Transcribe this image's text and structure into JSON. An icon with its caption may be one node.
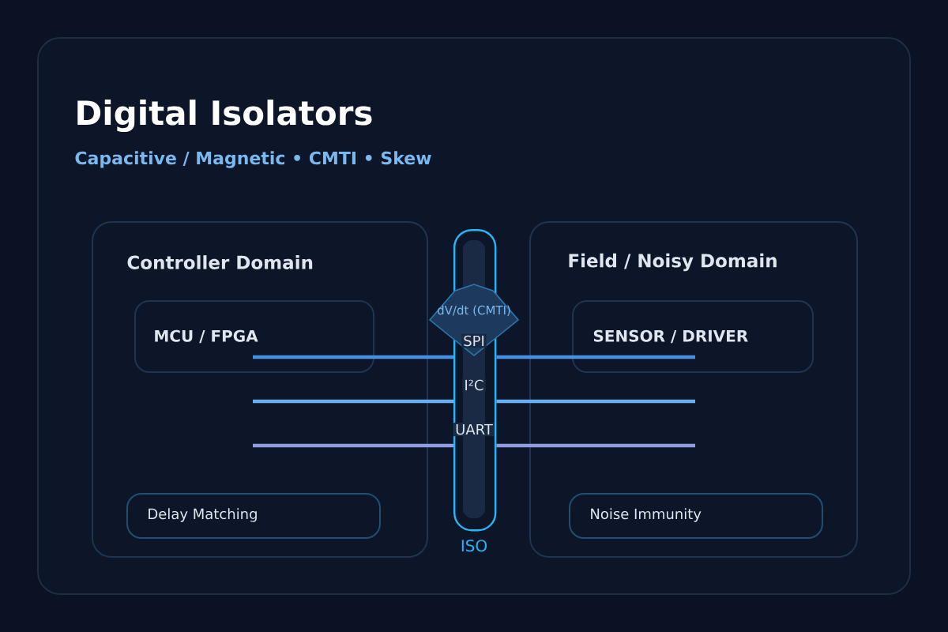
{
  "diagram": {
    "title": "Digital Isolators",
    "caption": "Capacitive / Magnetic • CMTI • Skew",
    "nodes": [
      {
        "text": [
          "Controller Domain"
        ]
      },
      {
        "text": [
          "MCU / FPGA"
        ],
        "in": 0
      },
      {
        "text": [
          "Delay Matching"
        ],
        "in": 0
      },
      {
        "text": [
          "ISO"
        ]
      },
      {
        "text": [
          "dV/dt (CMTI)"
        ]
      },
      {
        "text": [
          "Field / Noisy Domain"
        ]
      },
      {
        "text": [
          "SENSOR / DRIVER"
        ],
        "in": 5
      },
      {
        "text": [
          "Noise Immunity"
        ],
        "in": 5
      }
    ],
    "edges": [
      {
        "from": 1,
        "to": 3,
        "arrow": "none",
        "color": "#4a90e2"
      },
      {
        "from": 3,
        "to": 6,
        "arrow": "none",
        "color": "#4a90e2"
      },
      {
        "from": null,
        "to": 3,
        "arrow": "none",
        "color": "#6aaef0"
      },
      {
        "from": 3,
        "to": null,
        "arrow": "none",
        "color": "#6aaef0"
      },
      {
        "from": null,
        "to": 3,
        "arrow": "none",
        "color": "#8f9ce0"
      },
      {
        "from": 3,
        "to": null,
        "arrow": "none",
        "color": "#8f9ce0"
      }
    ],
    "labels": [
      "SPI",
      "I²C",
      "UART"
    ]
  }
}
